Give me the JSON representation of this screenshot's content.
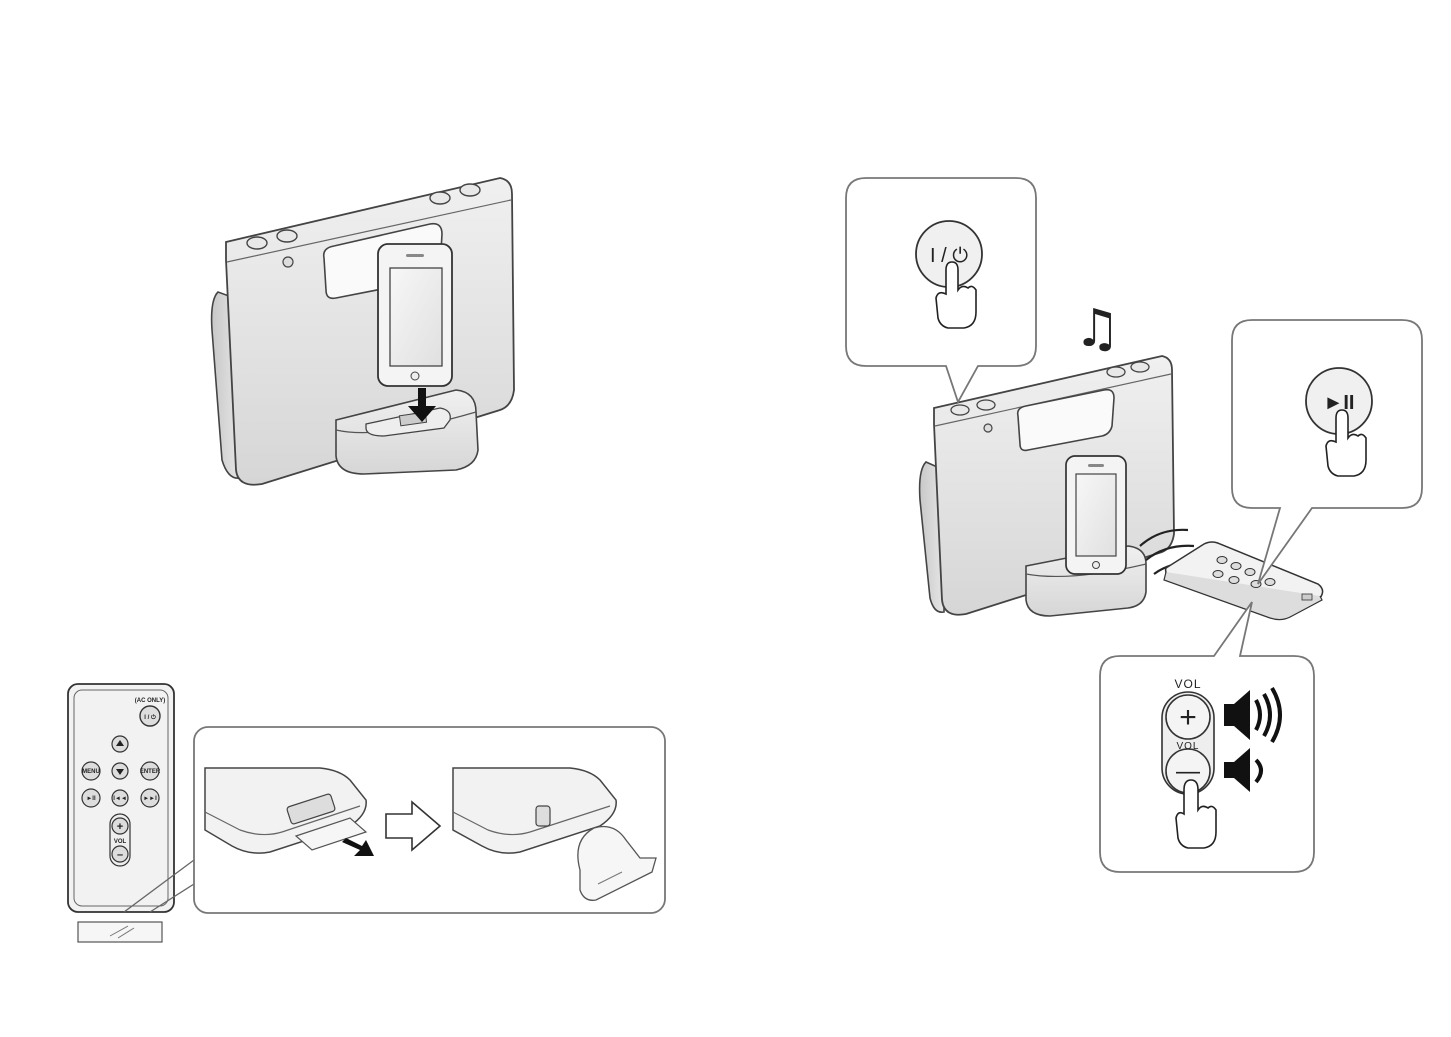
{
  "remote": {
    "ac_only_label": "(AC ONLY)",
    "power_label": "I / ⏻",
    "menu_label": "MENU",
    "enter_label": "ENTER",
    "play_pause_label": "►II",
    "prev_label": "I◄◄",
    "next_label": "►►I",
    "vol_plus_label": "+",
    "vol_label": "VOL",
    "vol_minus_label": "–"
  },
  "callouts": {
    "power_button_label": "I / ⏻",
    "play_pause_button_label": "►II",
    "vol_top_label": "VOL",
    "vol_plus_label": "+",
    "vol_mid_label": "VOL",
    "vol_minus_label": "—"
  },
  "icons": {
    "music_note": "♫"
  }
}
